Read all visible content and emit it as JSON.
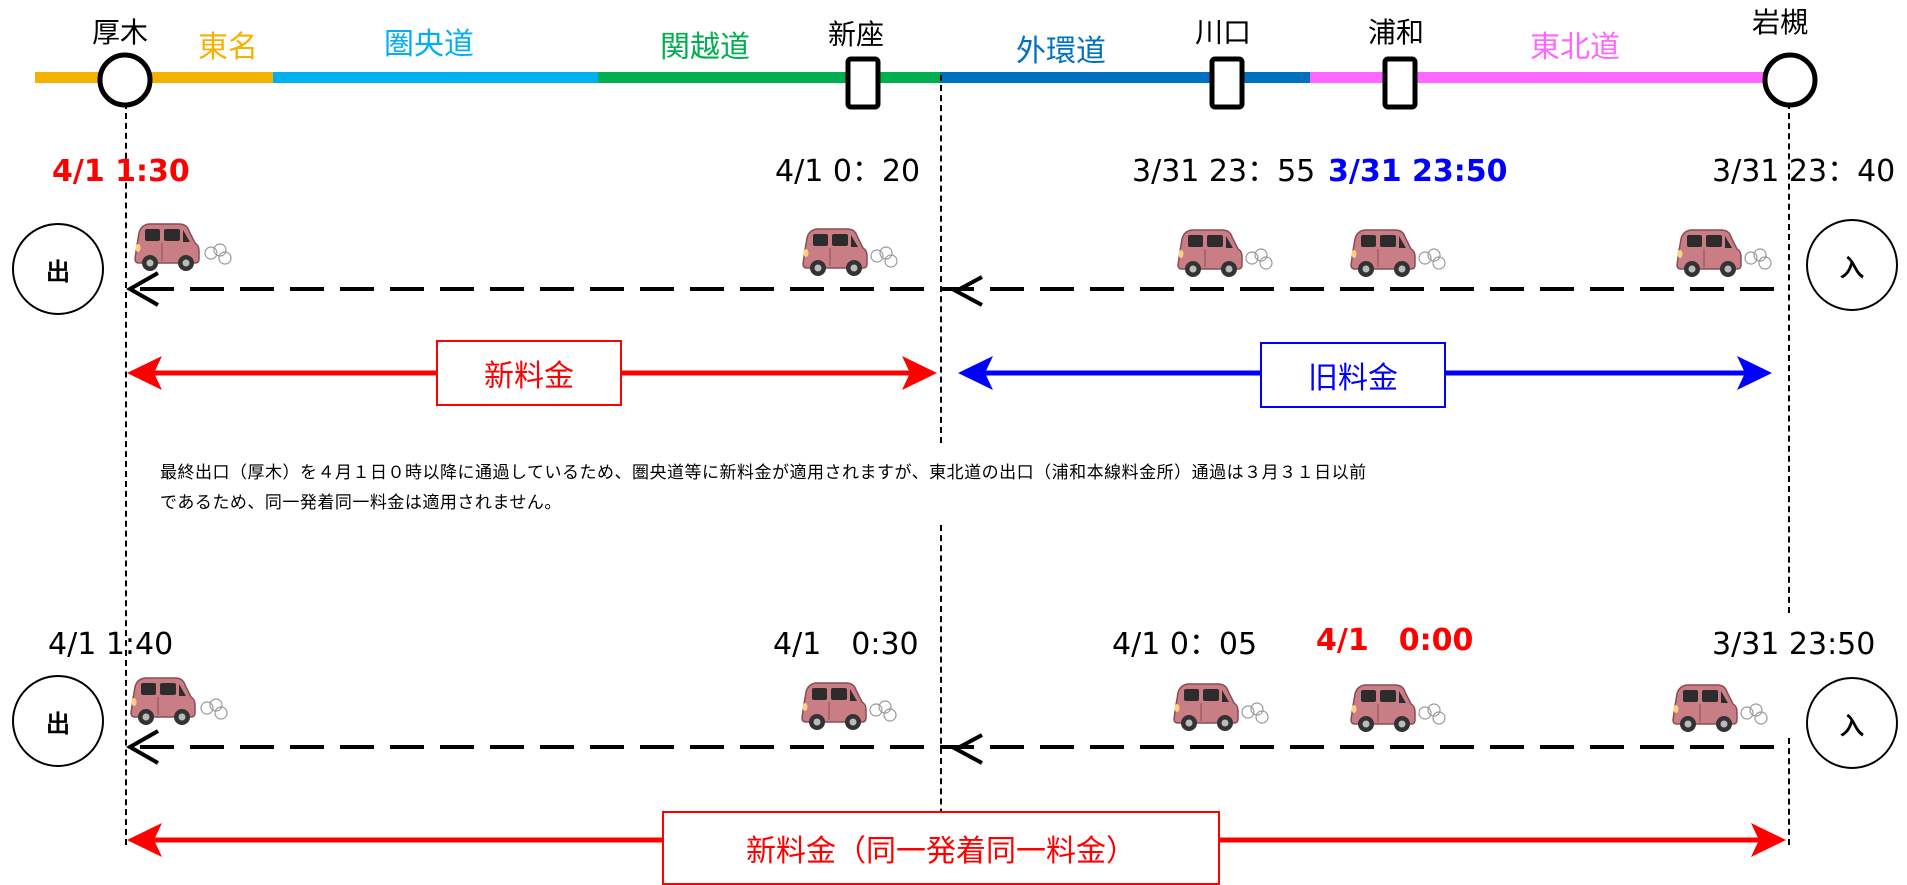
{
  "stations": {
    "atsugi": "厚木",
    "niiza": "新座",
    "kawaguchi": "川口",
    "urawa": "浦和",
    "iwatsuki": "岩槻"
  },
  "roads": {
    "tomei": "東名",
    "kenodo": "圏央道",
    "kanetsu": "関越道",
    "gaikan": "外環道",
    "tohoku": "東北道"
  },
  "colors": {
    "tomei": "#f5b100",
    "kenodo": "#00b0f0",
    "kanetsu": "#00b050",
    "gaikan": "#0070c0",
    "tohoku": "#ff66ff",
    "new_fee": "#ff0000",
    "old_fee": "#0000ff",
    "car_body": "#c97e86"
  },
  "icons": {
    "station": "square-station-icon",
    "terminal": "circle-terminal-icon",
    "car": "car-icon",
    "exhaust": "exhaust-cloud-icon"
  },
  "scenario1": {
    "times": {
      "atsugi": "4/1 1:30",
      "niiza": "4/1 0：20",
      "kawaguchi": "3/31 23：55",
      "urawa": "3/31 23:50",
      "iwatsuki": "3/31 23：40"
    },
    "exit_label": "出",
    "entry_label": "入",
    "new_fee": "新料金",
    "old_fee": "旧料金"
  },
  "note": {
    "line1": "最終出口（厚木）を４月１日０時以降に通過しているため、圏央道等に新料金が適用されますが、東北道の出口（浦和本線料金所）通過は３月３１日以前",
    "line2": "であるため、同一発着同一料金は適用されません。"
  },
  "scenario2": {
    "times": {
      "atsugi": "4/1 1:40",
      "niiza": "4/1　0:30",
      "kawaguchi": "4/1 0：05",
      "urawa": "4/1　0:00",
      "iwatsuki": "3/31 23:50"
    },
    "exit_label": "出",
    "entry_label": "入",
    "fee": "新料金（同一発着同一料金）"
  }
}
